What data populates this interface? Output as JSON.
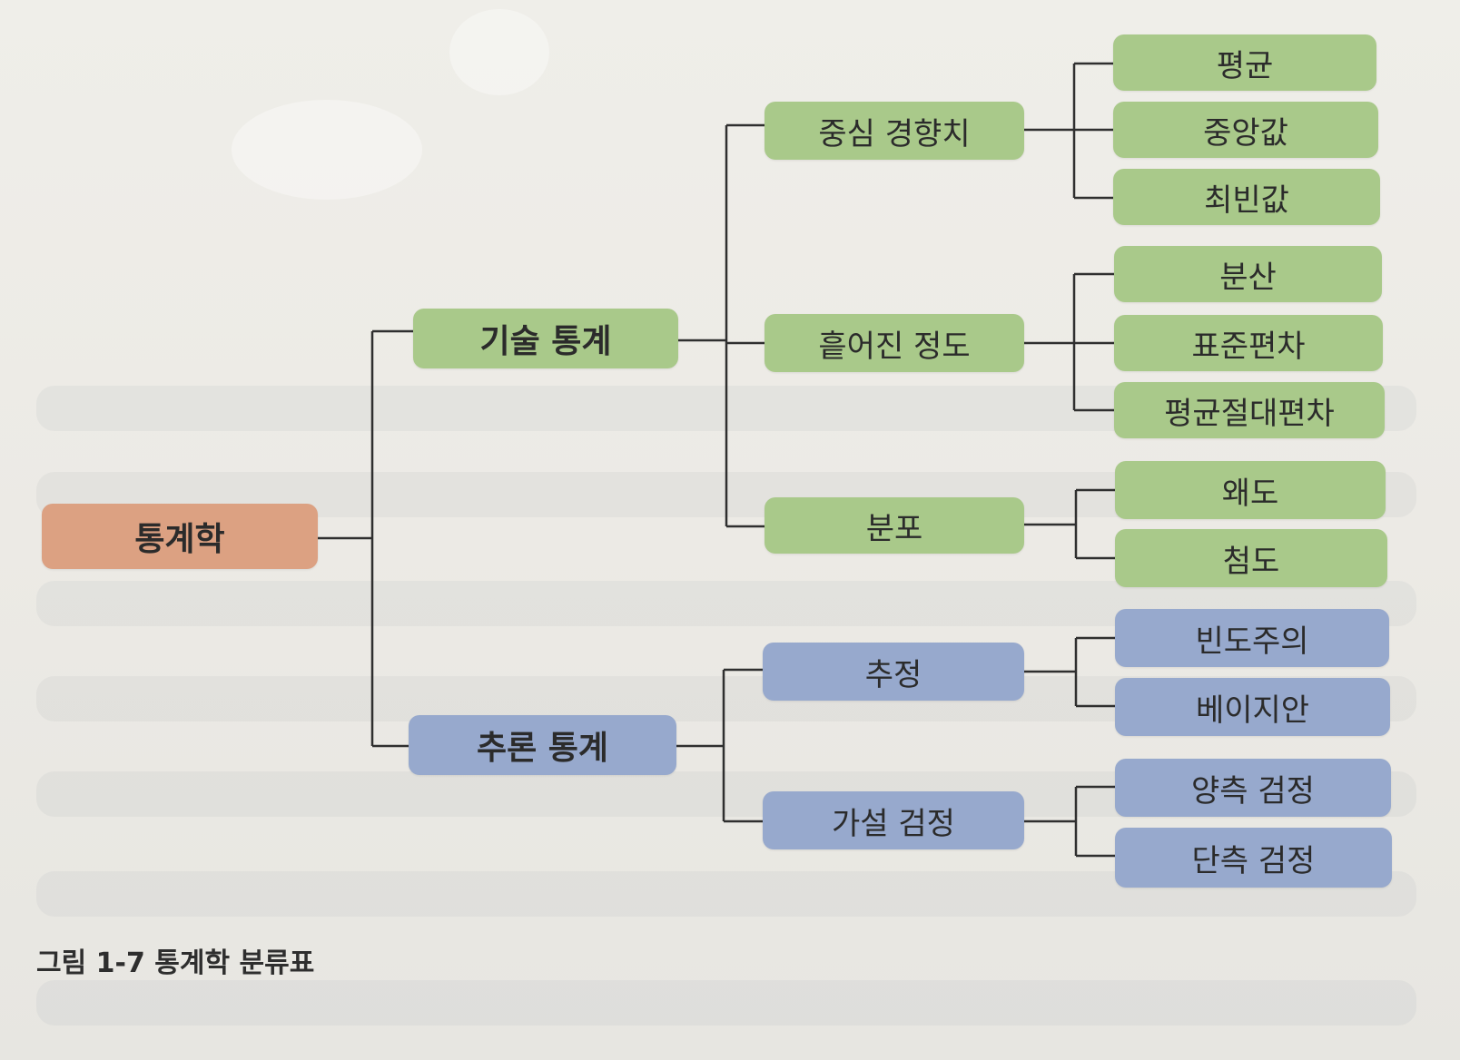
{
  "diagram": {
    "root": "통계학",
    "branches": [
      {
        "label": "기술 통계",
        "children": [
          {
            "label": "중심 경향치",
            "leaves": [
              "평균",
              "중앙값",
              "최빈값"
            ]
          },
          {
            "label": "흩어진 정도",
            "leaves": [
              "분산",
              "표준편차",
              "평균절대편차"
            ]
          },
          {
            "label": "분포",
            "leaves": [
              "왜도",
              "첨도"
            ]
          }
        ]
      },
      {
        "label": "추론 통계",
        "children": [
          {
            "label": "추정",
            "leaves": [
              "빈도주의",
              "베이지안"
            ]
          },
          {
            "label": "가설 검정",
            "leaves": [
              "양측 검정",
              "단측 검정"
            ]
          }
        ]
      }
    ]
  },
  "caption": "그림 1-7 통계학 분류표",
  "colors": {
    "root": "#dca182",
    "descriptive": "#a9c98a",
    "inferential": "#97a9cd",
    "line": "#2f2f2f"
  }
}
